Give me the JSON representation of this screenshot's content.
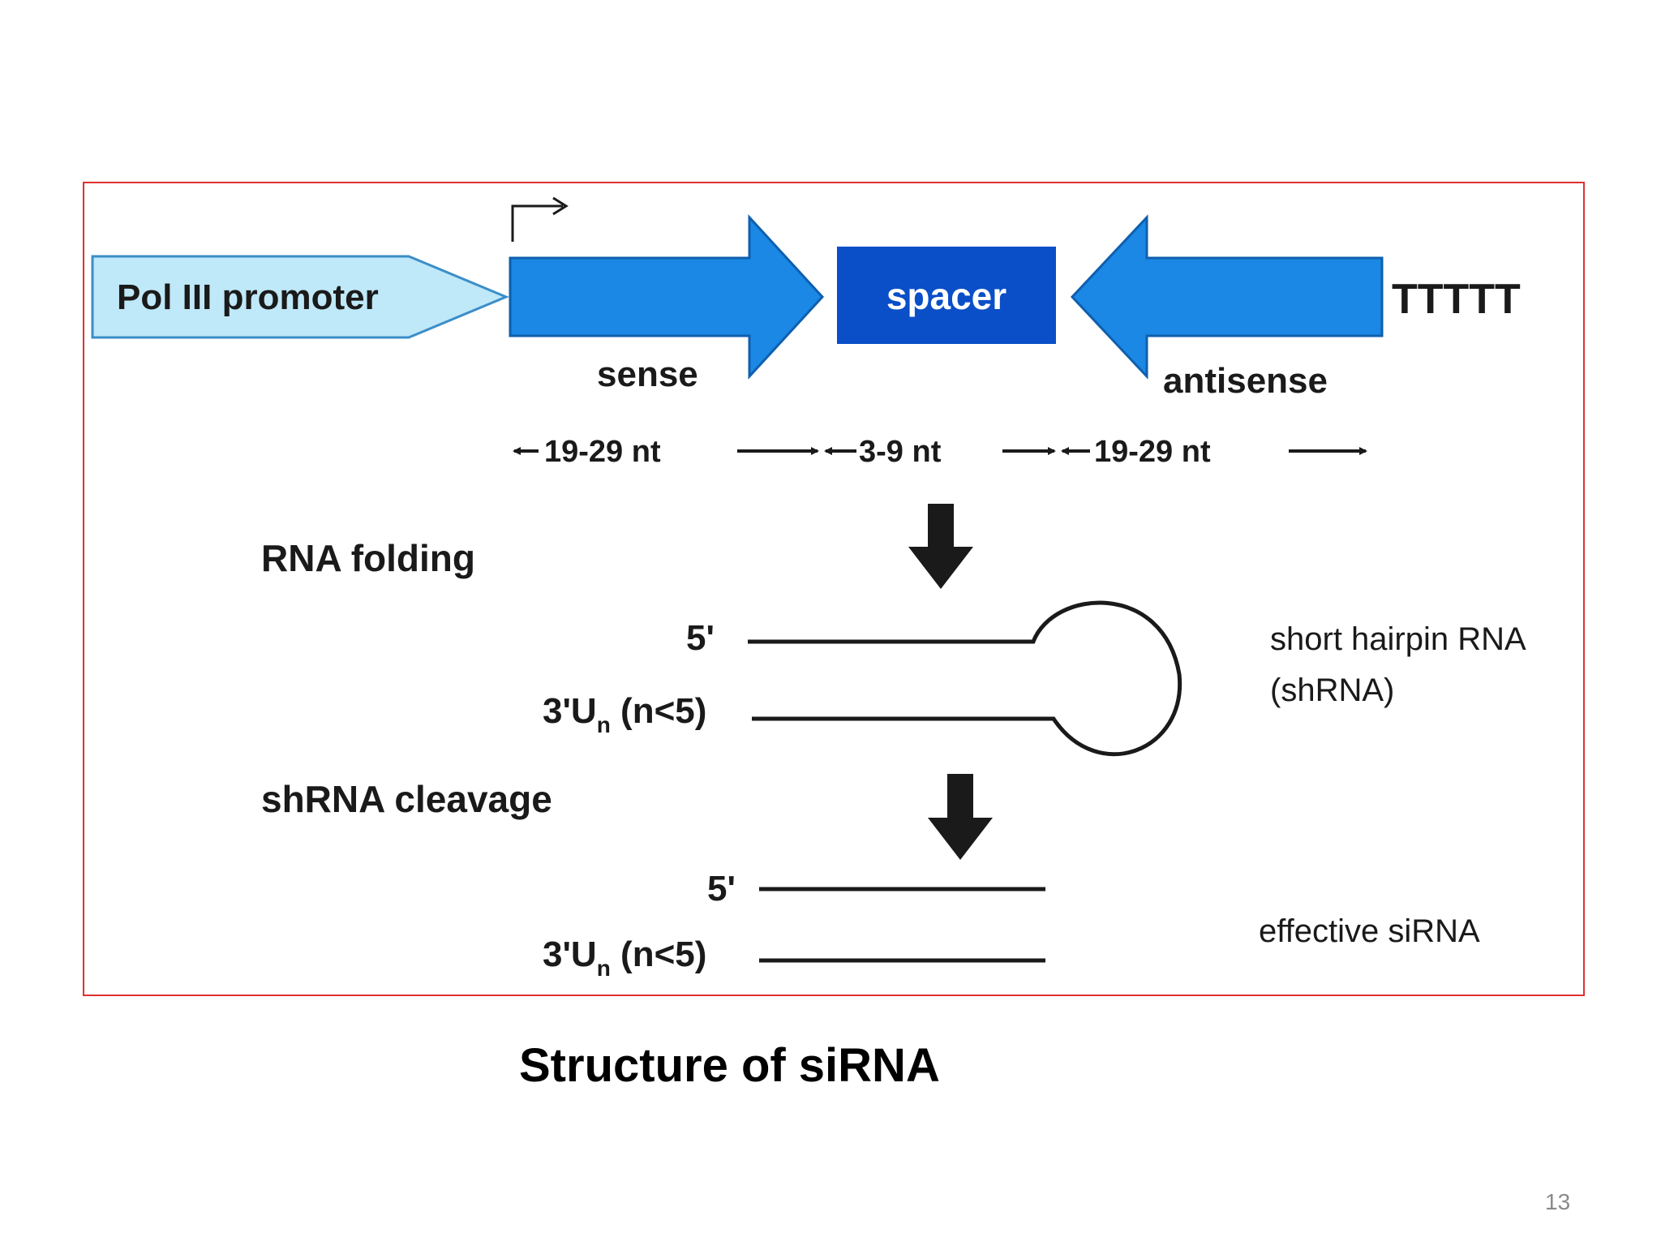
{
  "colors": {
    "frame_border": "#e03030",
    "promoter_fill": "#bfe8f8",
    "arrow_fill": "#1a88e4",
    "spacer_fill": "#0a4fc8",
    "text": "#1a1a1a"
  },
  "construct": {
    "promoter_label": "Pol III promoter",
    "spacer_label": "spacer",
    "terminator_label": "TTTTT",
    "sense_label": "sense",
    "antisense_label": "antisense",
    "sense_length": "19-29 nt",
    "spacer_length": "3-9 nt",
    "antisense_length": "19-29 nt"
  },
  "steps": {
    "folding_label": "RNA folding",
    "cleavage_label": "shRNA cleavage"
  },
  "hairpin": {
    "five_prime": "5'",
    "three_prime_main": "3'U",
    "three_prime_sub": "n",
    "three_prime_note": " (n<5)",
    "label_line1": "short hairpin RNA",
    "label_line2": "(shRNA)"
  },
  "sirna": {
    "five_prime": "5'",
    "three_prime_main": "3'U",
    "three_prime_sub": "n",
    "three_prime_note": " (n<5)",
    "label": "effective siRNA"
  },
  "caption": "Structure of siRNA",
  "page_number": "13"
}
